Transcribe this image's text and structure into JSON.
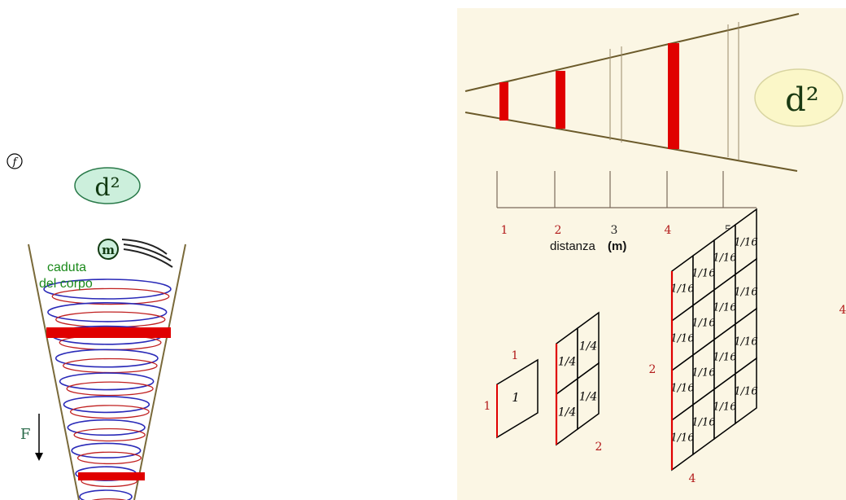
{
  "colors": {
    "beam": "#e00000",
    "guide_line": "#7a6a3a",
    "badge_fill": "#ccefdc",
    "badge_fill_right": "#fbf7c8",
    "green_text": "#1b8a1b",
    "red_label": "#b21a1a",
    "spring_blue": "#2a2ab8",
    "spring_red": "#c02020",
    "panel_bg": "#fbf6e4"
  },
  "left": {
    "f_symbol": "f",
    "badge": "d²",
    "mass_label": "m",
    "fall_label_line1": "caduta",
    "fall_label_line2": "del corpo",
    "force_label": "F"
  },
  "right": {
    "badge": "d²",
    "distance_ticks": [
      "1",
      "2",
      "3",
      "4",
      "5"
    ],
    "axis_label_word": "distanza",
    "axis_label_unit": "(m)",
    "grid1": {
      "cell": "1",
      "top_label": "1",
      "side_label": "1"
    },
    "grid2": {
      "cell": "1/4",
      "side_label": "2",
      "bottom_label": "2"
    },
    "grid4": {
      "cell": "1/16",
      "bottom_label": "4",
      "side_label": "4"
    }
  }
}
